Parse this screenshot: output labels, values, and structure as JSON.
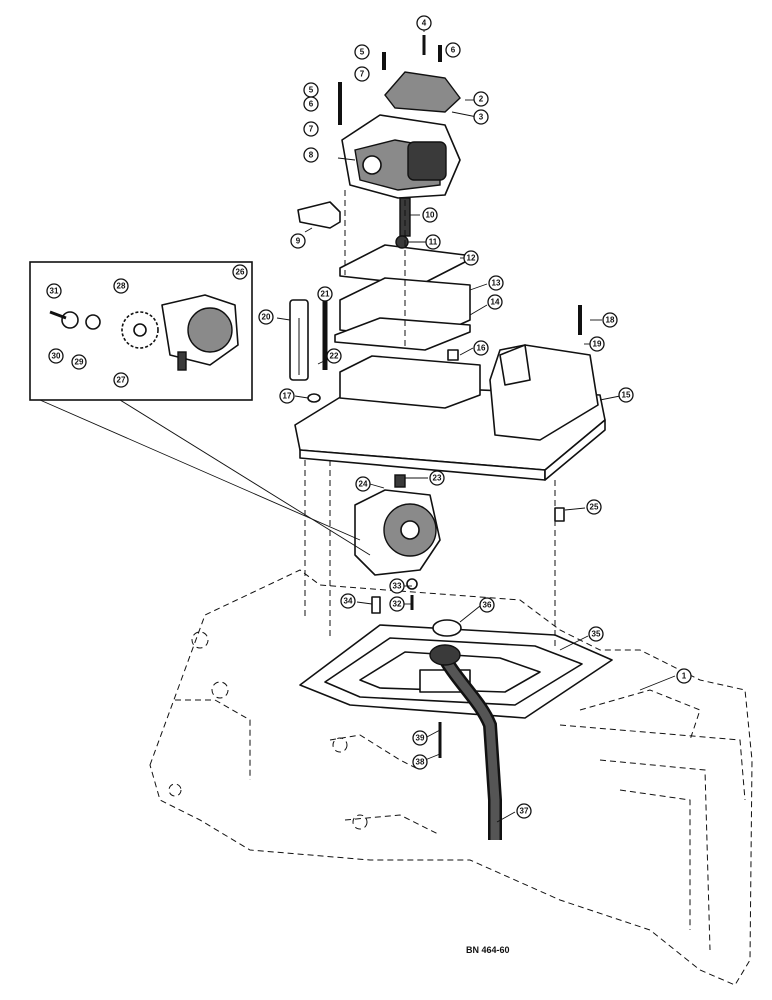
{
  "figure_code": "BN 464-60",
  "callouts": [
    "1",
    "2",
    "3",
    "4",
    "5",
    "5",
    "6",
    "6",
    "7",
    "7",
    "8",
    "9",
    "10",
    "11",
    "12",
    "13",
    "14",
    "15",
    "16",
    "17",
    "18",
    "19",
    "20",
    "21",
    "22",
    "23",
    "24",
    "25",
    "26",
    "27",
    "28",
    "29",
    "30",
    "31",
    "32",
    "33",
    "34",
    "35",
    "36",
    "37",
    "38",
    "39"
  ]
}
